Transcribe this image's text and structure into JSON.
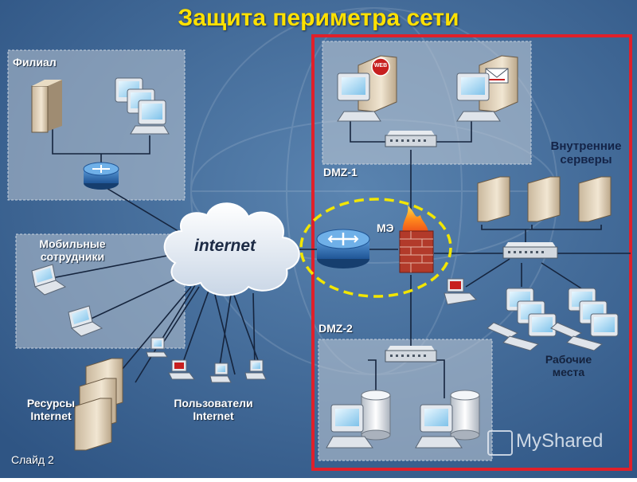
{
  "title": "Защита периметра сети",
  "branch": {
    "label": "Филиал"
  },
  "mobile": {
    "label_line1": "Мобильные",
    "label_line2": "сотрудники"
  },
  "internet": {
    "label": "internet"
  },
  "resources": {
    "label_line1": "Ресурсы",
    "label_line2": "Internet"
  },
  "users": {
    "label_line1": "Пользователи",
    "label_line2": "Internet"
  },
  "dmz1": {
    "label": "DMZ-1",
    "web_badge": "WEB"
  },
  "dmz2": {
    "label": "DMZ-2"
  },
  "firewall": {
    "label": "МЭ"
  },
  "internal_servers": {
    "label_line1": "Внутренние",
    "label_line2": "серверы"
  },
  "workstations": {
    "label_line1": "Рабочие",
    "label_line2": "места"
  },
  "slide": {
    "label": "Слайд 2"
  },
  "watermark": {
    "text": "MyShared"
  },
  "colors": {
    "background": "#3f6a98",
    "title": "#ffe100",
    "perimeter_border": "#e0202a",
    "firewall_ring": "#f2e600",
    "zone_fill": "#b9c4d2",
    "router": "#2f6fb6"
  }
}
